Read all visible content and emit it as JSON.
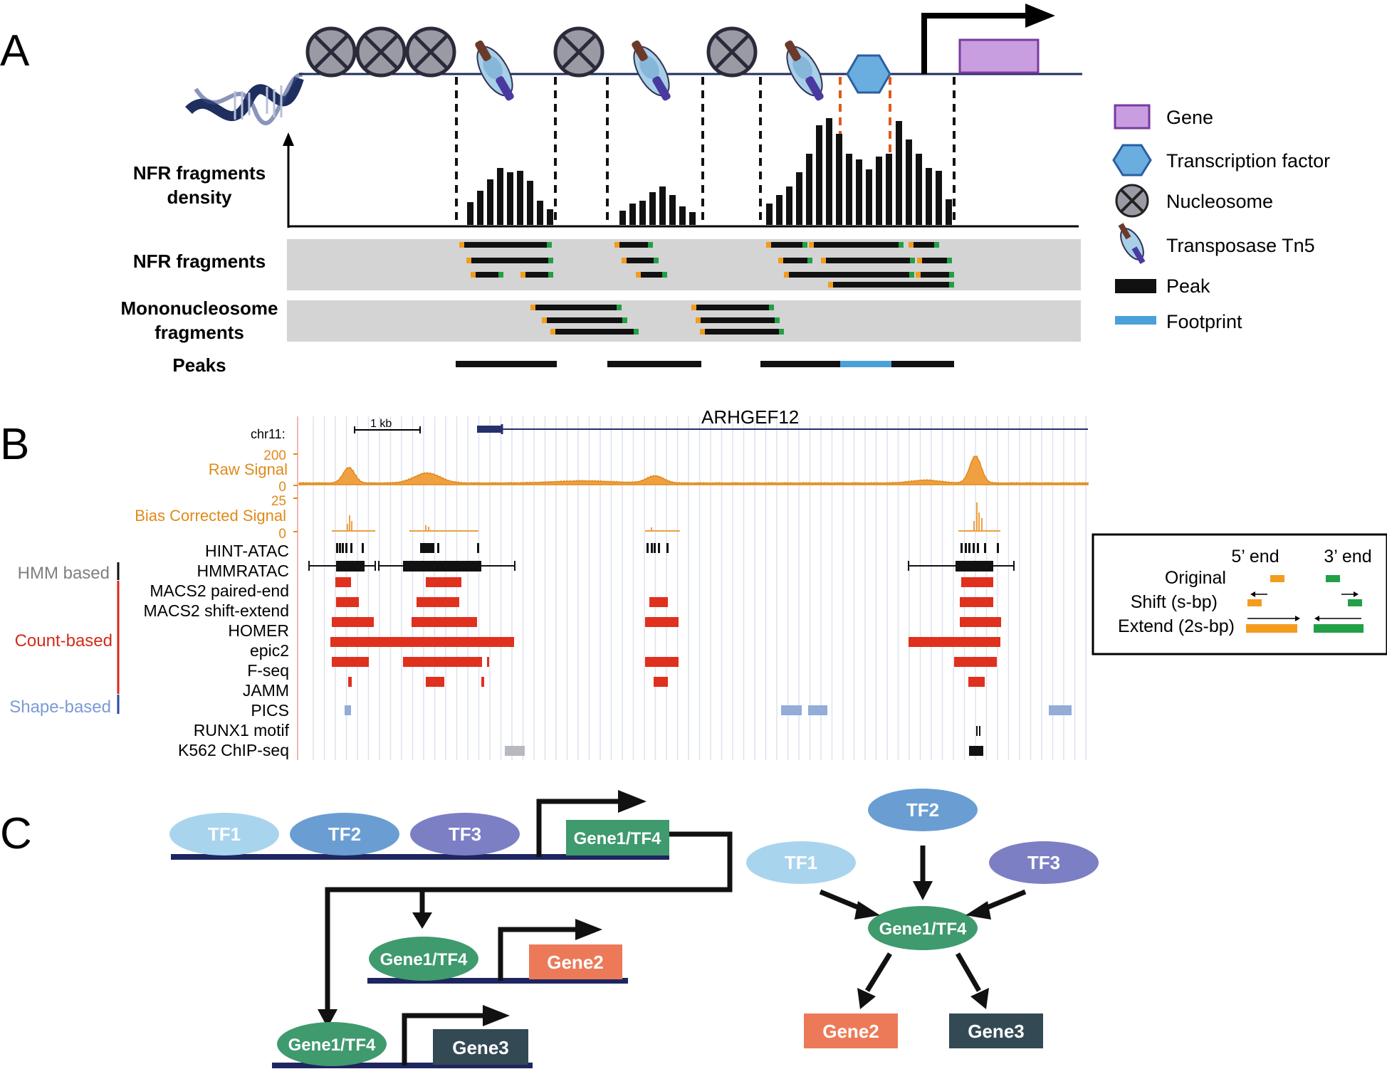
{
  "panels": {
    "a": "A",
    "b": "B",
    "c": "C"
  },
  "panel_a": {
    "density_label_line1": "NFR fragments",
    "density_label_line2": "density",
    "nfr_fragments_label": "NFR fragments",
    "mono_label_line1": "Mononucleosome",
    "mono_label_line2": "fragments",
    "peaks_label": "Peaks",
    "legend": [
      {
        "icon": "gene-box-icon",
        "label": "Gene"
      },
      {
        "icon": "hexagon-icon",
        "label": "Transcription factor"
      },
      {
        "icon": "nucleosome-icon",
        "label": "Nucleosome"
      },
      {
        "icon": "tn5-transposase-icon",
        "label": "Transposase Tn5"
      },
      {
        "icon": "peak-bar-icon",
        "label": "Peak"
      },
      {
        "icon": "footprint-bar-icon",
        "label": "Footprint"
      }
    ],
    "colors": {
      "gene": "#c99ee0",
      "tf": "#6aaee0",
      "nucleosome": "#555566",
      "peak": "#111111",
      "footprint": "#4aa0d8",
      "fragment_5p": "#f39c1d",
      "fragment_3p": "#22a045",
      "guide": "#e05a1a"
    }
  },
  "panel_b": {
    "gene": "ARHGEF12",
    "chrom": "chr11:",
    "scale": "1 kb",
    "raw_signal": {
      "label": "Raw Signal",
      "ymax": "200",
      "ymin": "0"
    },
    "bias_signal": {
      "label": "Bias Corrected Signal",
      "ymax": "25",
      "ymin": "0"
    },
    "tracks": [
      "HINT-ATAC",
      "HMMRATAC",
      "MACS2 paired-end",
      "MACS2 shift-extend",
      "HOMER",
      "epic2",
      "F-seq",
      "JAMM",
      "PICS",
      "RUNX1 motif",
      "K562 ChIP-seq"
    ],
    "groups": {
      "hmm": "HMM based",
      "count": "Count-based",
      "shape": "Shape-based"
    },
    "group_colors": {
      "hmm": "#808080",
      "count": "#d42a1a",
      "shape": "#7b9ad8"
    },
    "inset": {
      "col_5p": "5’ end",
      "col_3p": "3’ end",
      "rows": [
        "Original",
        "Shift (s-bp)",
        "Extend (2s-bp)"
      ]
    }
  },
  "panel_c": {
    "left": {
      "tf1": "TF1",
      "tf2": "TF2",
      "tf3": "TF3",
      "gene1": "Gene1/TF4",
      "gene1_b": "Gene1/TF4",
      "gene2": "Gene2",
      "gene1_c": "Gene1/TF4",
      "gene3": "Gene3"
    },
    "right": {
      "tf1": "TF1",
      "tf2": "TF2",
      "tf3": "TF3",
      "center": "Gene1/TF4",
      "gene2": "Gene2",
      "gene3": "Gene3"
    },
    "colors": {
      "tf1": "#a9d4ee",
      "tf2": "#6a9ed2",
      "tf3": "#7d7fc4",
      "gene1": "#3f9a6e",
      "gene2": "#ec7a58",
      "gene3": "#334a55"
    }
  }
}
